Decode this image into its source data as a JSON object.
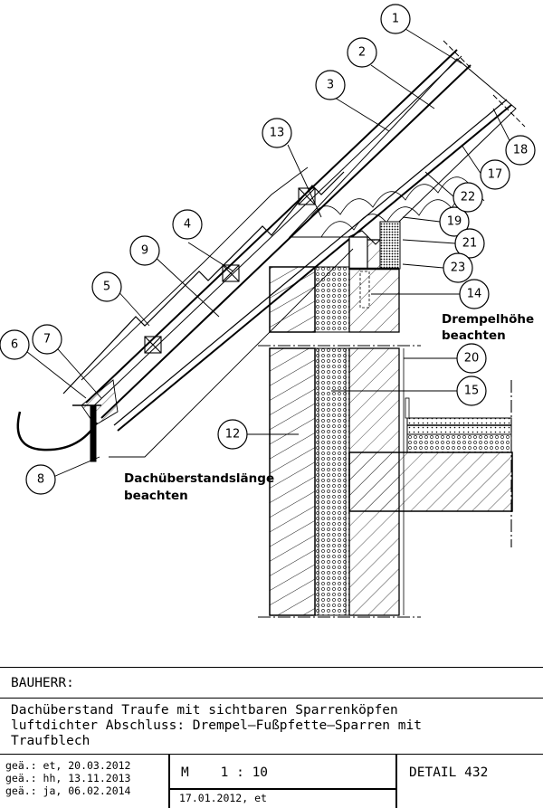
{
  "callouts": [
    "1",
    "2",
    "3",
    "4",
    "5",
    "6",
    "7",
    "8",
    "9",
    "12",
    "13",
    "14",
    "15",
    "17",
    "18",
    "19",
    "20",
    "21",
    "22",
    "23"
  ],
  "notes": {
    "drempel_line1": "Drempelhöhe",
    "drempel_line2": "beachten",
    "overhang_line1": "Dachüberstandslänge",
    "overhang_line2": "beachten"
  },
  "title_block": {
    "client_label": "BAUHERR:",
    "description": [
      "Dachüberstand Traufe mit sichtbaren Sparrenköpfen",
      "luftdichter Abschluss: Drempel–Fußpfette–Sparren mit",
      "Traufblech"
    ],
    "revisions": [
      "geä.: et, 20.03.2012",
      "geä.: hh, 13.11.2013",
      "geä.: ja, 06.02.2014"
    ],
    "scale": "M    1 : 10",
    "created": "17.01.2012, et",
    "detail": "DETAIL 432"
  }
}
